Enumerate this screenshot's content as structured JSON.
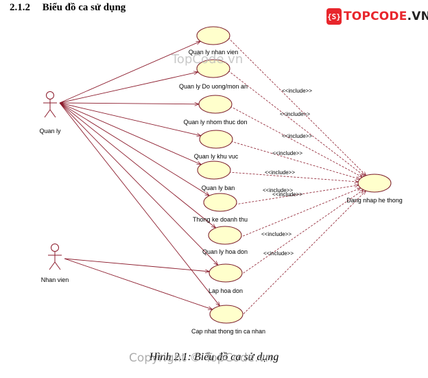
{
  "section": {
    "number": "2.1.2",
    "title": "Biểu đồ ca sử dụng"
  },
  "logo": {
    "mark": "{S}",
    "brand": "TOPCODE",
    "domain": ".VN"
  },
  "watermark": {
    "top": "TopCode.vn",
    "bottom": "Copyright © TopCode.vn"
  },
  "caption": "Hình 2.1: Biểu đồ ca sử dụng",
  "actors": {
    "manager": "Quan ly",
    "employee": "Nhan vien"
  },
  "use_cases": [
    "Quan ly nhan vien",
    "Quan ly Do uong/mon an",
    "Quan ly nhom thuc don",
    "Quan ly khu vuc",
    "Quan ly ban",
    "Thong ke doanh thu",
    "Quan ly hoa don",
    "Lap hoa don",
    "Cap nhat thong tin ca nhan"
  ],
  "login_use_case": "Dang nhap he thong",
  "include_label": "<<include>>",
  "colors": {
    "line": "#8b1a2b",
    "ellipse_fill": "#ffffcc",
    "ellipse_stroke": "#7a1a2a",
    "logo_red": "#e8262c"
  }
}
